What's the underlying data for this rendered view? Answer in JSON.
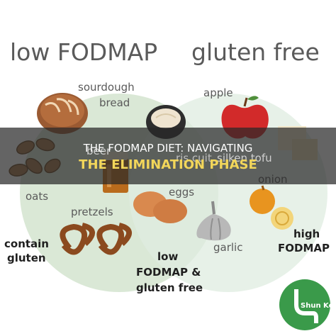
{
  "headings": {
    "left": "low FODMAP",
    "right": "gluten free"
  },
  "foods": {
    "sourdough_line1": "sourdough",
    "sourdough_line2": "bread",
    "beer": "beer",
    "biscuit_partial": "ris cuit",
    "oats": "oats",
    "pretzels": "pretzels",
    "apple": "apple",
    "silken_tofu": "silken tofu",
    "eggs": "eggs",
    "garlic": "garlic",
    "onion": "onion"
  },
  "categories": {
    "contain_gluten_line1": "contain",
    "contain_gluten_line2": "gluten",
    "high_fodmap_line1": "high",
    "high_fodmap_line2": "FODMAP",
    "overlap_line1": "low",
    "overlap_line2": "FODMAP &",
    "overlap_line3": "gluten free"
  },
  "banner": {
    "line1": "THE FODMAP DIET: NAVIGATING",
    "line2": "THE ELIMINATION PHASE"
  },
  "watermark": "Shun Keto",
  "colors": {
    "left_circle": "#dbe7d6",
    "right_circle": "#e4efe4",
    "banner": "#2b2b2b",
    "logo": "#3a9a4a"
  }
}
